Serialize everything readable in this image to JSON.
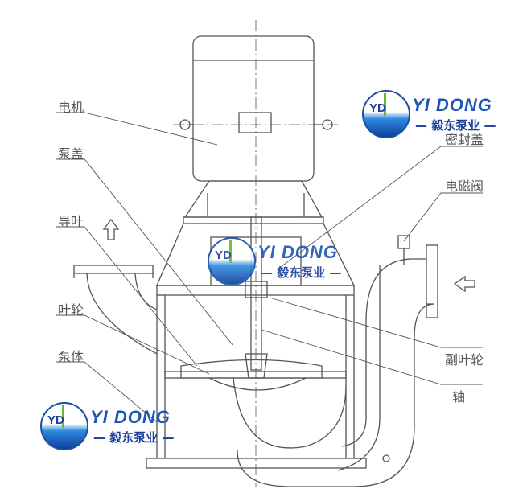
{
  "labels": {
    "motor": "电机",
    "pump_cover": "泵盖",
    "guide_vane": "导叶",
    "impeller": "叶轮",
    "pump_body": "泵体",
    "seal_cover": "密封盖",
    "solenoid_valve": "电磁阀",
    "auxiliary_impeller": "副叶轮",
    "shaft": "轴"
  },
  "logo": {
    "initials": "YD",
    "name": "YI DONG",
    "subtitle": "— 毅东泵业 —"
  },
  "colors": {
    "line": "#555555",
    "brand": "#1b56b8",
    "label": "#555555"
  }
}
